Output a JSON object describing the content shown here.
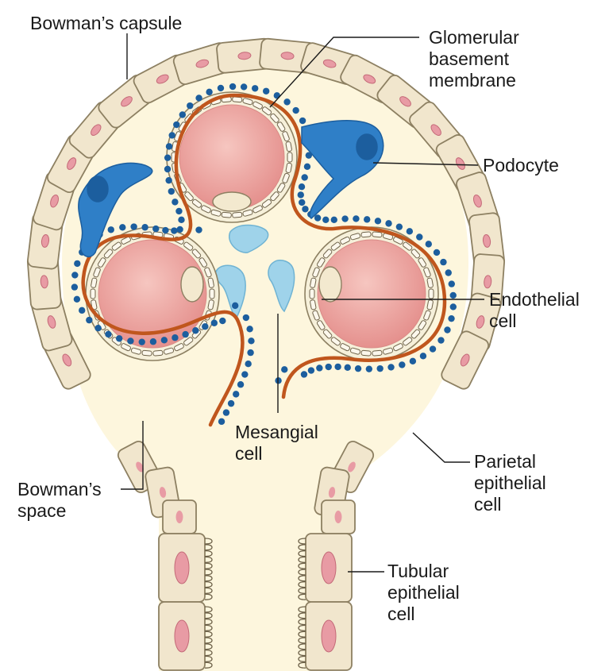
{
  "labels": {
    "bowmans_capsule": [
      "Bowman’s capsule"
    ],
    "glomerular_basement_membrane": [
      "Glomerular",
      "basement",
      "membrane"
    ],
    "podocyte": [
      "Podocyte"
    ],
    "endothelial_cell": [
      "Endothelial",
      "cell"
    ],
    "mesangial_cell": [
      "Mesangial",
      "cell"
    ],
    "parietal_epithelial_cell": [
      "Parietal",
      "epithelial",
      "cell"
    ],
    "bowmans_space": [
      "Bowman’s",
      "space"
    ],
    "tubular_epithelial_cell": [
      "Tubular",
      "epithelial",
      "cell"
    ]
  },
  "colors": {
    "capsule_cell_fill": "#f1e6cd",
    "capsule_cell_stroke": "#8d8062",
    "nucleus": "#e89ba4",
    "space_fill": "#fdf6dd",
    "capillary_lumen": "#ec9d99",
    "basement_membrane": "#c0561d",
    "podocyte": "#2f7fc7",
    "podocyte_foot": "#1c5e9e",
    "mesangial": "#9fd3ea",
    "endothelial_cell": "#f6f0da"
  }
}
